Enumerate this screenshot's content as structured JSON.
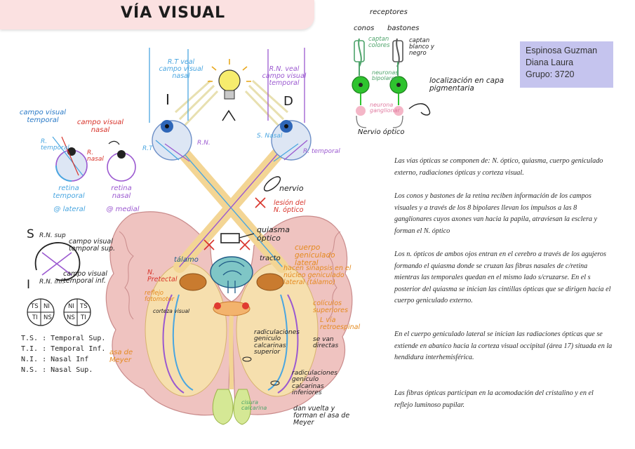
{
  "title": "VÍA VISUAL",
  "author": {
    "lastname": "Espinosa Guzman",
    "firstname": "Diana Laura",
    "group": "Grupo: 3720"
  },
  "receptors": {
    "header": "receptores",
    "conos": "conos",
    "bastones": "bastones",
    "captan_colores": "captan colores",
    "captan_blanco": "captan blanco y negro",
    "neuronas_bipolares": "neuronas bipolares",
    "neurona_ganglionar": "neurona ganglionar",
    "nervio_optico": "Nervio óptico",
    "localizacion": "localización en capa pigmentaria"
  },
  "fields": {
    "left_temporal_field": "R.T veal campo visual nasal",
    "right_nasal_field": "R.N. veal campo visual temporal",
    "eye_left_letter": "I",
    "eye_right_letter": "D",
    "rt": "R.T",
    "rn": "R.N.",
    "s_nasal": "S. Nasal",
    "r_temporal": "R. temporal"
  },
  "small_eyes": {
    "campo_visual_temporal": "campo visual temporal",
    "campo_visual_nasal": "campo visual nasal",
    "r_temporal": "R. temporal",
    "r_nasal": "R. nasal",
    "retina_temporal": "retina temporal",
    "lateral": "@ lateral",
    "retina_nasal": "retina nasal",
    "medial": "@ medial"
  },
  "quadrant": {
    "s": "S",
    "i": "I",
    "rn_sup": "R.N. sup",
    "rn_inf": "R.N. inf.",
    "cv_temporal_sup": "campo visual temporal sup.",
    "cv_temporal_inf": "campo visual temporal inf.",
    "left_cells": [
      "TS",
      "NI",
      "TI",
      "NS"
    ],
    "right_cells": [
      "NI",
      "TS",
      "NS",
      "TI"
    ]
  },
  "legend": [
    "T.S. : Temporal Sup.",
    "T.I. : Temporal Inf.",
    "N.I. : Nasal Inf",
    "N.S. : Nasal Sup."
  ],
  "brain": {
    "nervio": "nervio",
    "lesion": "lesión del N. óptico",
    "quiasma": "quiasma óptico",
    "talamo": "tálamo",
    "tracto": "tracto",
    "cuerpo_geniculado": "cuerpo geniculado lateral",
    "hacen_sinapsis": "hacen sinapsis en el núcleo geniculado lateral (tálamo)",
    "n_pretectal": "N. Pretectal",
    "reflejo_fotomotor": "reflejo fotomotor",
    "coliculos": "colículos superiores",
    "via_retroespinal": "L vía retroespinal",
    "radiaciones_sup": "radiculaciones geniculo calcarinas superior",
    "se_van_directas": "se van directas",
    "radiaciones_inf": "radiculaciones geniculo calcarinas inferiores",
    "dan_vuelta": "dan vuelta y forman el asa de Meyer",
    "asa_meyer": "asa de Meyer",
    "cisura": "cisura calcarina",
    "corteza_visual": "corteza visual"
  },
  "paragraphs": [
    "Las vías ópticas se componen de: N. óptico, quiasma, cuerpo geniculado externo, radiaciones ópticas y corteza visual.",
    "Los conos y bastones de la retina reciben información de los campos visuales y a través de los 8 bipolares llevan los impulsos a las 8 ganglionares cuyos axones van hacia la papila, atraviesan la esclera y forman el N. óptico",
    "Los n. ópticos de ambos ojos entran en el cerebro a través de los agujeros formando el quiasma donde se cruzan las fibras nasales de c/retina mientras las temporales quedan en el mismo lado s/cruzarse. En el s posterior del quiasma se inician las cintillas ópticas que se dirigen hacia el cuerpo geniculado externo.",
    "En el cuerpo geniculado lateral se inician las radiaciones ópticas que se extiende en abanico hacia la corteza visual occipital (área 17) situada en la hendidura interhemisférica.",
    "Las fibras ópticas participan en la acomodación del cristalino y en el reflejo luminoso pupilar."
  ],
  "colors": {
    "title_bg": "#fbe1e1",
    "info_bg": "#c5c4ee",
    "highlight_yellow": "#f6f08a",
    "highlight_pink": "#f6c9d8",
    "nasal_blue": "#4aa6e0",
    "temporal_purple": "#9b59d0",
    "orange": "#e58a1f",
    "red": "#d8332a"
  }
}
